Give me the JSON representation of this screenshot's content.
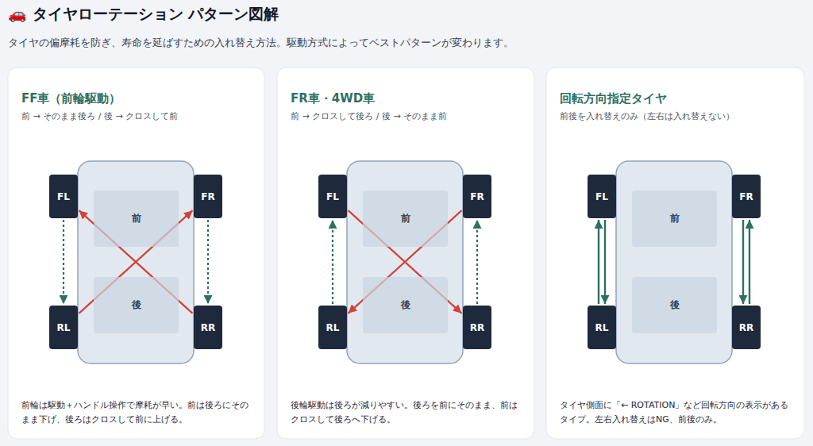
{
  "diagram": {
    "title": "🚗 タイヤローテーション パターン図解",
    "caption": "タイヤの偏摩耗を防ぎ、寿命を延ばすための入れ替え方法。駆動方式によってベストパターンが変わります。",
    "nodes": [
      {
        "text": [
          "FF車（前輪駆動）",
          "前 → そのまま後ろ / 後 → クロスして前",
          "前輪は駆動＋ハンドル操作で摩耗が早い。前は後ろにそのまま下げ、後ろはクロスして前に上げる。"
        ]
      },
      {
        "text": [
          "FL"
        ],
        "in": 0
      },
      {
        "text": [
          "FR"
        ],
        "in": 0
      },
      {
        "text": [
          "前"
        ],
        "in": 0
      },
      {
        "text": [
          "後"
        ],
        "in": 0
      },
      {
        "text": [
          "RL"
        ],
        "in": 0
      },
      {
        "text": [
          "RR"
        ],
        "in": 0
      },
      {
        "text": [
          "FR車・4WD車",
          "前 → クロスして後ろ / 後 → そのまま前",
          "後輪駆動は後ろが減りやすい。後ろを前にそのまま、前はクロスして後ろへ下げる。"
        ]
      },
      {
        "text": [
          "FL"
        ],
        "in": 7
      },
      {
        "text": [
          "FR"
        ],
        "in": 7
      },
      {
        "text": [
          "前"
        ],
        "in": 7
      },
      {
        "text": [
          "後"
        ],
        "in": 7
      },
      {
        "text": [
          "RL"
        ],
        "in": 7
      },
      {
        "text": [
          "RR"
        ],
        "in": 7
      },
      {
        "text": [
          "回転方向指定タイヤ",
          "前後を入れ替えのみ（左右は入れ替えない）",
          "タイヤ側面に「← ROTATION」など回転方向の表示があるタイプ。左右入れ替えはNG、前後のみ。"
        ]
      },
      {
        "text": [
          "FL"
        ],
        "in": 14
      },
      {
        "text": [
          "FR"
        ],
        "in": 14
      },
      {
        "text": [
          "前"
        ],
        "in": 14
      },
      {
        "text": [
          "後"
        ],
        "in": 14
      },
      {
        "text": [
          "RL"
        ],
        "in": 14
      },
      {
        "text": [
          "RR"
        ],
        "in": 14
      }
    ],
    "edges": [
      {
        "from": 1,
        "to": 5,
        "arrow": "to"
      },
      {
        "from": 2,
        "to": 6,
        "arrow": "to"
      },
      {
        "from": 5,
        "to": 2,
        "arrow": "to"
      },
      {
        "from": 6,
        "to": 1,
        "arrow": "to"
      },
      {
        "from": 12,
        "to": 8,
        "arrow": "to"
      },
      {
        "from": 13,
        "to": 9,
        "arrow": "to"
      },
      {
        "from": 8,
        "to": 13,
        "arrow": "to"
      },
      {
        "from": 9,
        "to": 12,
        "arrow": "to"
      },
      {
        "from": 15,
        "to": 19,
        "arrow": "to"
      },
      {
        "from": 19,
        "to": 15,
        "arrow": "to"
      },
      {
        "from": 16,
        "to": 20,
        "arrow": "to"
      },
      {
        "from": 20,
        "to": 16,
        "arrow": "to"
      }
    ]
  }
}
